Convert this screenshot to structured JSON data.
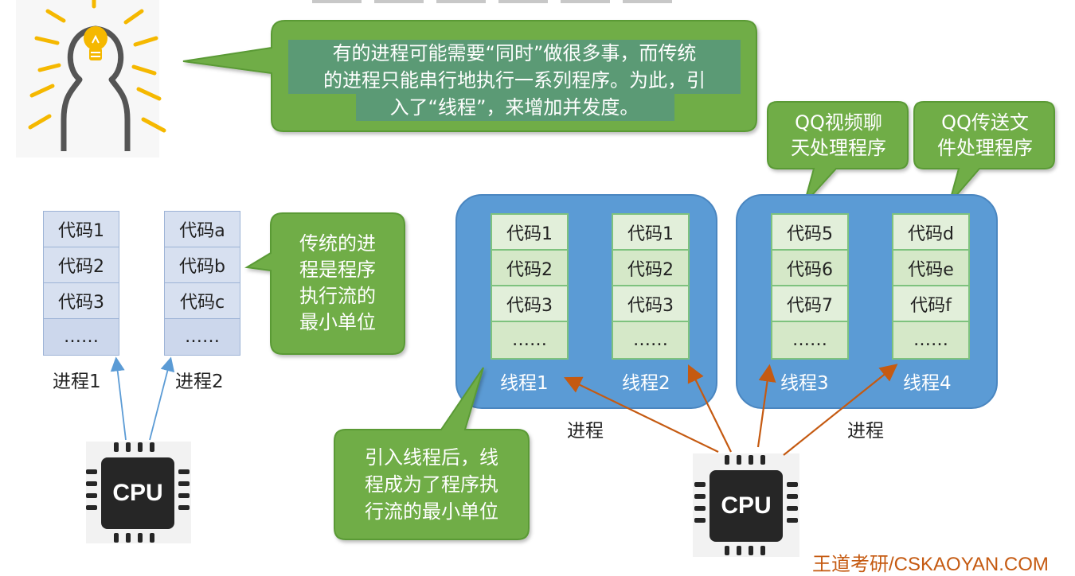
{
  "top_bubble": {
    "text_lines": [
      "有的进程可能需要“同时”做很多事，而传统",
      "的进程只能串行地执行一系列程序。为此，引",
      "入了“线程”，来增加并发度。"
    ]
  },
  "traditional": {
    "process1": {
      "cells": [
        "代码1",
        "代码2",
        "代码3",
        "……"
      ],
      "label": "进程1"
    },
    "process2": {
      "cells": [
        "代码a",
        "代码b",
        "代码c",
        "……"
      ],
      "label": "进程2"
    },
    "note_lines": [
      "传统的进",
      "程是程序",
      "执行流的",
      "最小单位"
    ]
  },
  "threaded": {
    "process_a": {
      "label": "进程",
      "threads": [
        {
          "label": "线程1",
          "cells": [
            "代码1",
            "代码2",
            "代码3",
            "……"
          ]
        },
        {
          "label": "线程2",
          "cells": [
            "代码1",
            "代码2",
            "代码3",
            "……"
          ]
        }
      ]
    },
    "process_b": {
      "label": "进程",
      "threads": [
        {
          "label": "线程3",
          "cells": [
            "代码5",
            "代码6",
            "代码7",
            "……"
          ]
        },
        {
          "label": "线程4",
          "cells": [
            "代码d",
            "代码e",
            "代码f",
            "……"
          ]
        }
      ]
    },
    "qq_video_lines": [
      "QQ视频聊",
      "天处理程序"
    ],
    "qq_file_lines": [
      "QQ传送文",
      "件处理程序"
    ],
    "note_lines": [
      "引入线程后，线",
      "程成为了程序执",
      "行流的最小单位"
    ]
  },
  "cpu_label": "CPU",
  "watermark": "王道考研/CSKAOYAN.COM",
  "colors": {
    "bubble_green": "#70ad47",
    "process_blue": "#5b9bd5",
    "arrow_blue": "#5b9bd5",
    "arrow_orange": "#c55a11",
    "cpu_dark": "#262626",
    "highlight": "#4a8a9a",
    "watermark": "#c55a11"
  },
  "icons": [
    "idea-person-icon",
    "cpu-chip-icon",
    "cpu-chip-icon"
  ]
}
